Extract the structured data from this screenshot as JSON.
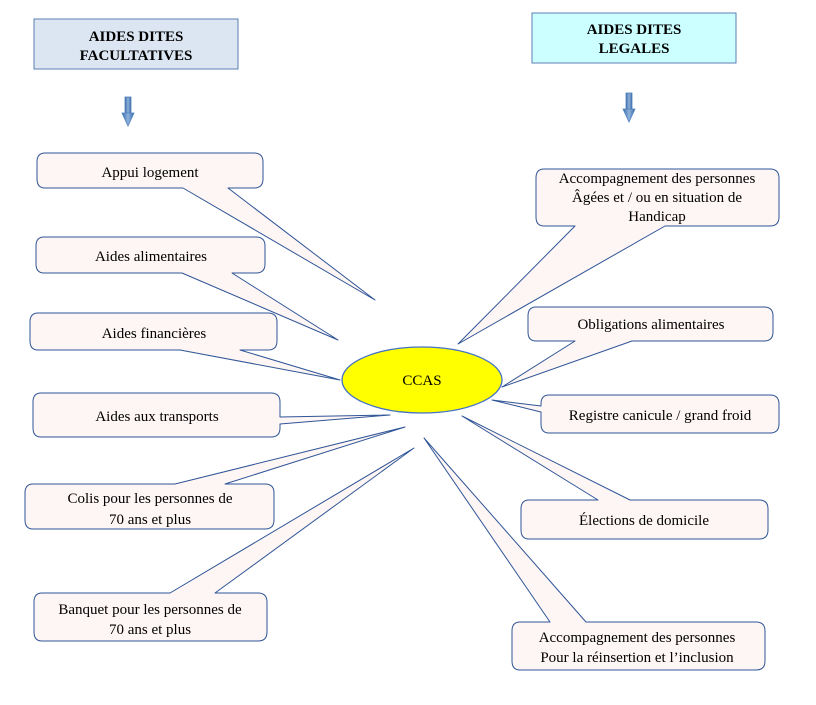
{
  "headers": {
    "left": [
      "AIDES DITES",
      "FACULTATIVES"
    ],
    "right": [
      "AIDES DITES",
      "LEGALES"
    ]
  },
  "colors": {
    "left_header_fill": "#dce6f2",
    "right_header_fill": "#ccffff",
    "header_border": "#5b7fb5",
    "arrow": "#4f81bd",
    "bubble_fill": "#fef5f5",
    "bubble_border": "#2f5597",
    "center_fill": "#ffff00",
    "center_border": "#4472c4"
  },
  "center": {
    "label": "CCAS"
  },
  "left_items": [
    {
      "lines": [
        "Appui logement"
      ]
    },
    {
      "lines": [
        "Aides alimentaires"
      ]
    },
    {
      "lines": [
        "Aides financières"
      ]
    },
    {
      "lines": [
        "Aides aux transports"
      ]
    },
    {
      "lines": [
        "Colis  pour les personnes de",
        "70 ans et plus"
      ]
    },
    {
      "lines": [
        "Banquet pour les personnes de",
        "70 ans et plus"
      ]
    }
  ],
  "right_items": [
    {
      "lines": [
        "Accompagnement des personnes",
        "Âgées et / ou en situation de",
        "Handicap"
      ]
    },
    {
      "lines": [
        "Obligations alimentaires"
      ]
    },
    {
      "lines": [
        "Registre canicule / grand froid"
      ]
    },
    {
      "lines": [
        "Élections de domicile"
      ]
    },
    {
      "lines": [
        "Accompagnement des personnes",
        "Pour la réinsertion et l’inclusion"
      ]
    }
  ]
}
